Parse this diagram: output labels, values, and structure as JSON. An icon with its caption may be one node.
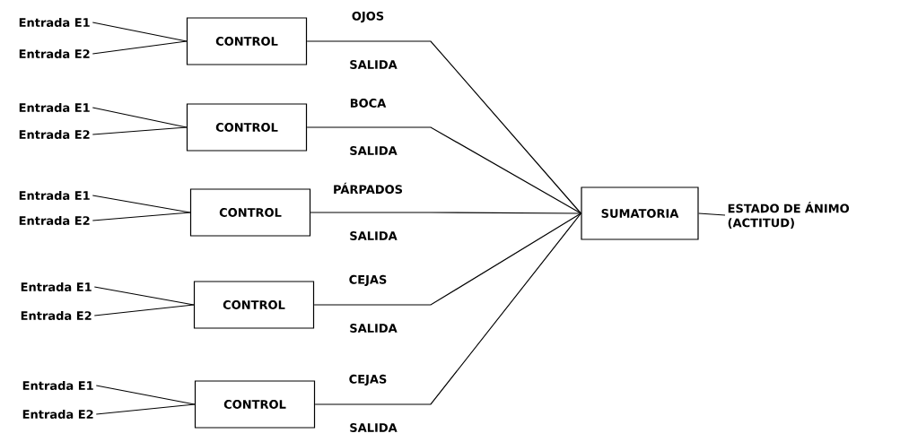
{
  "diagram": {
    "nodes": [
      {
        "text": [
          "Entrada E1"
        ]
      },
      {
        "text": [
          "Entrada E2"
        ]
      },
      {
        "text": [
          "CONTROL"
        ]
      },
      {
        "text": [
          "Entrada E1"
        ]
      },
      {
        "text": [
          "Entrada E2"
        ]
      },
      {
        "text": [
          "CONTROL"
        ]
      },
      {
        "text": [
          "Entrada E1"
        ]
      },
      {
        "text": [
          "Entrada E2"
        ]
      },
      {
        "text": [
          "CONTROL"
        ]
      },
      {
        "text": [
          "Entrada E1"
        ]
      },
      {
        "text": [
          "Entrada E2"
        ]
      },
      {
        "text": [
          "CONTROL"
        ]
      },
      {
        "text": [
          "Entrada E1"
        ]
      },
      {
        "text": [
          "Entrada E2"
        ]
      },
      {
        "text": [
          "CONTROL"
        ]
      },
      {
        "text": [
          "SUMATORIA"
        ]
      },
      {
        "text": [
          "ESTADO DE ÁNIMO (ACTITUD)"
        ]
      }
    ],
    "edges": [
      {
        "from": 0,
        "to": 2,
        "arrow": "none"
      },
      {
        "from": 1,
        "to": 2,
        "arrow": "none"
      },
      {
        "from": 2,
        "to": 15,
        "arrow": "none",
        "label": "OJOS"
      },
      {
        "from": 3,
        "to": 5,
        "arrow": "none"
      },
      {
        "from": 4,
        "to": 5,
        "arrow": "none"
      },
      {
        "from": 5,
        "to": 15,
        "arrow": "none",
        "label": "BOCA"
      },
      {
        "from": 6,
        "to": 8,
        "arrow": "none"
      },
      {
        "from": 7,
        "to": 8,
        "arrow": "none"
      },
      {
        "from": 8,
        "to": 15,
        "arrow": "none",
        "label": "PÁRPADOS"
      },
      {
        "from": 9,
        "to": 11,
        "arrow": "none"
      },
      {
        "from": 10,
        "to": 11,
        "arrow": "none"
      },
      {
        "from": 11,
        "to": 15,
        "arrow": "none",
        "label": "CEJAS"
      },
      {
        "from": 12,
        "to": 14,
        "arrow": "none"
      },
      {
        "from": 13,
        "to": 14,
        "arrow": "none"
      },
      {
        "from": 14,
        "to": 15,
        "arrow": "none",
        "label": "CEJAS"
      },
      {
        "from": 15,
        "to": 16,
        "arrow": "none"
      }
    ],
    "labels": [
      "SALIDA",
      "SALIDA",
      "SALIDA",
      "SALIDA",
      "SALIDA"
    ]
  }
}
